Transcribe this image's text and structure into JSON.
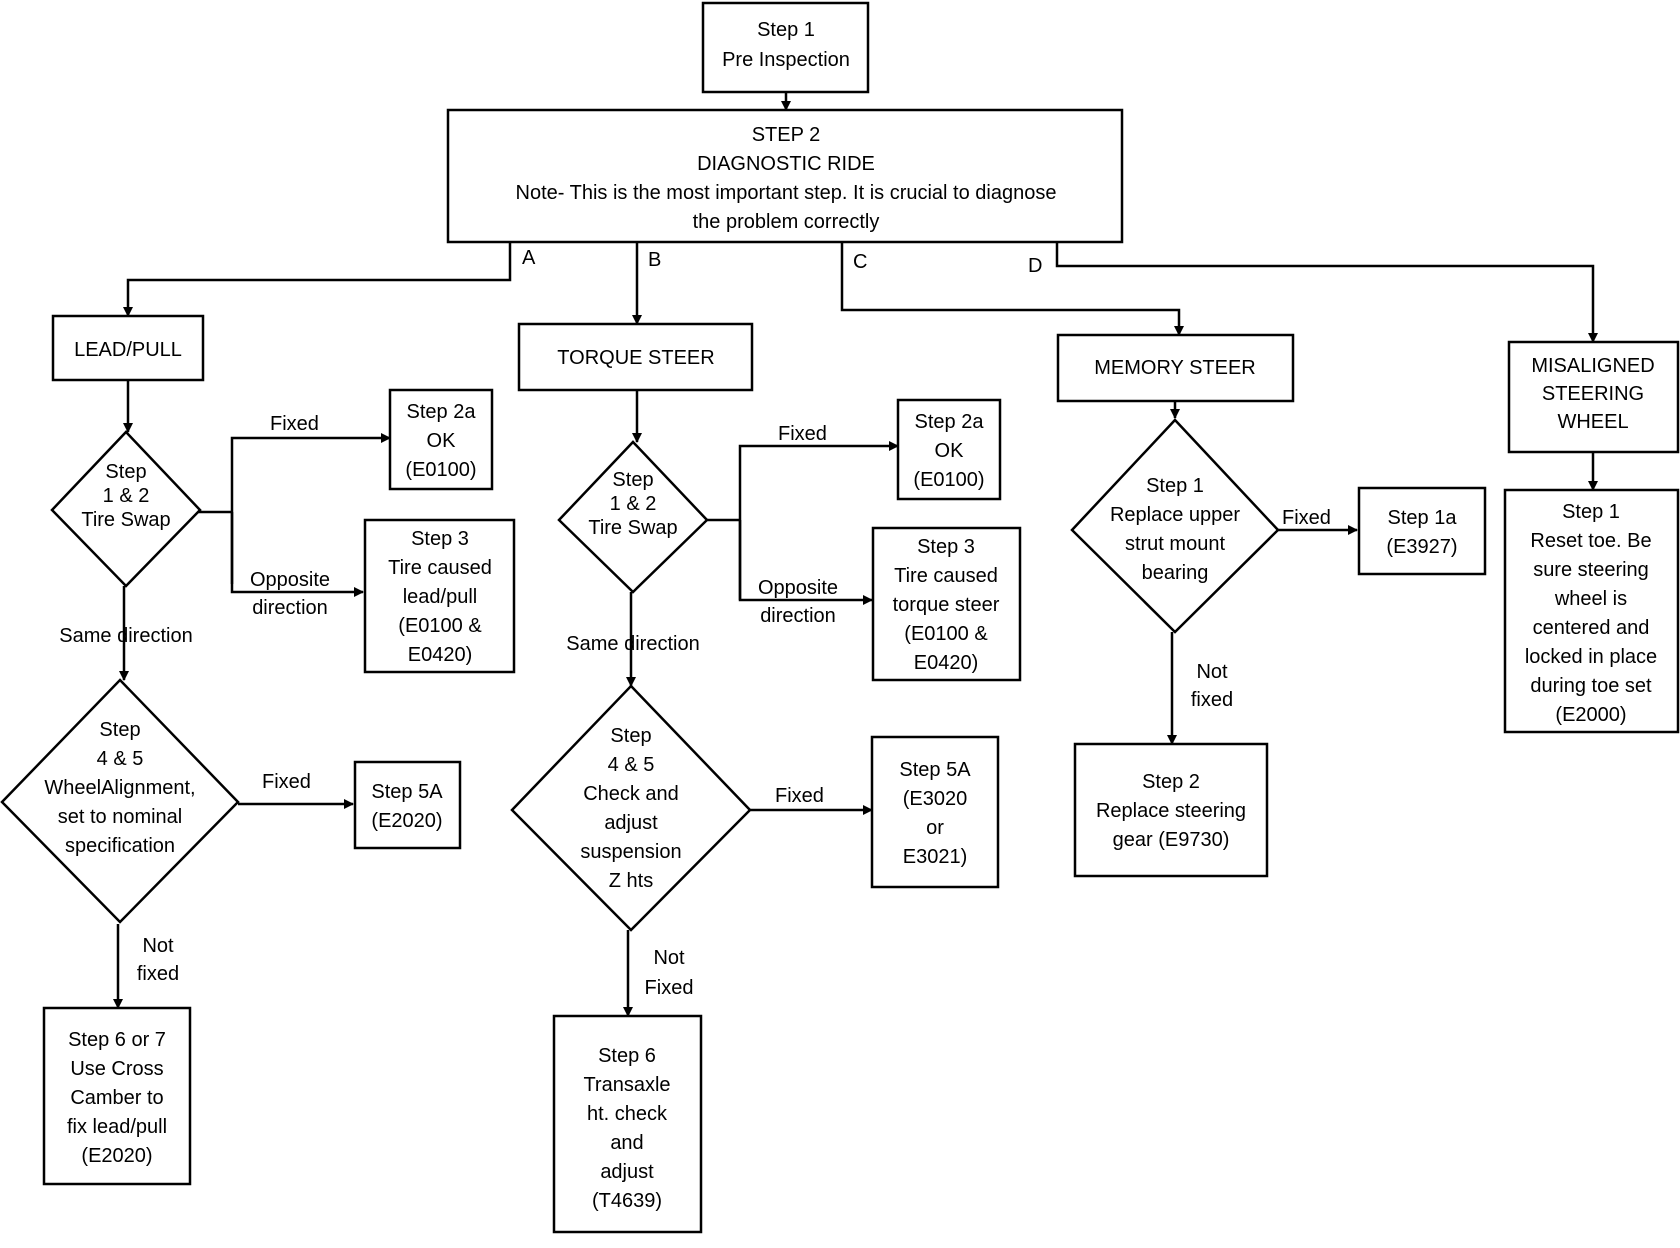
{
  "nodes": {
    "step1": [
      "Step 1",
      "Pre Inspection"
    ],
    "step2": [
      "STEP 2",
      "DIAGNOSTIC RIDE",
      "Note- This is the most important step. It is crucial to diagnose",
      "the problem correctly"
    ],
    "lead_pull": [
      "LEAD/PULL"
    ],
    "torque_steer": [
      "TORQUE STEER"
    ],
    "memory_steer": [
      "MEMORY STEER"
    ],
    "misaligned": [
      "MISALIGNED",
      "STEERING",
      "WHEEL"
    ],
    "a_tire_swap": [
      "Step",
      "1 & 2",
      "Tire Swap"
    ],
    "a_step2a": [
      "Step 2a",
      "OK",
      "(E0100)"
    ],
    "a_step3": [
      "Step 3",
      "Tire caused",
      "lead/pull",
      "(E0100 &",
      "E0420)"
    ],
    "a_alignment": [
      "Step",
      "4 & 5",
      "WheelAlignment,",
      "set to nominal",
      "specification"
    ],
    "a_step5a": [
      "Step 5A",
      "(E2020)"
    ],
    "a_step67": [
      "Step 6 or 7",
      "Use Cross",
      "Camber to",
      "fix lead/pull",
      "(E2020)"
    ],
    "b_tire_swap": [
      "Step",
      "1 & 2",
      "Tire Swap"
    ],
    "b_step2a": [
      "Step 2a",
      "OK",
      "(E0100)"
    ],
    "b_step3": [
      "Step 3",
      "Tire caused",
      "torque steer",
      "(E0100 &",
      "E0420)"
    ],
    "b_suspension": [
      "Step",
      "4 & 5",
      "Check and",
      "adjust",
      "suspension",
      "Z hts"
    ],
    "b_step5a": [
      "Step 5A",
      "(E3020",
      "or",
      "E3021)"
    ],
    "b_step6": [
      "Step 6",
      "Transaxle",
      "ht. check",
      "and",
      "adjust",
      "(T4639)"
    ],
    "c_step1": [
      "Step 1",
      "Replace upper",
      "strut mount",
      "bearing"
    ],
    "c_step1a": [
      "Step 1a",
      "(E3927)"
    ],
    "c_step2": [
      "Step 2",
      "Replace steering",
      "gear (E9730)"
    ],
    "d_step1": [
      "Step 1",
      "Reset toe. Be",
      "sure steering",
      "wheel is",
      "centered and",
      "locked in place",
      "during toe set",
      "(E2000)"
    ]
  },
  "edge_labels": {
    "a": "A",
    "b": "B",
    "c": "C",
    "d": "D",
    "a_fixed1": "Fixed",
    "a_opposite": [
      "Opposite",
      "direction"
    ],
    "a_same": "Same direction",
    "a_fixed2": "Fixed",
    "a_notfixed": [
      "Not",
      "fixed"
    ],
    "b_fixed1": "Fixed",
    "b_opposite": [
      "Opposite",
      "direction"
    ],
    "b_same": "Same direction",
    "b_fixed2": "Fixed",
    "b_notfixed": [
      "Not",
      "Fixed"
    ],
    "c_fixed": "Fixed",
    "c_notfixed": [
      "Not",
      "fixed"
    ]
  },
  "colors": {
    "stroke": "#000000",
    "fill": "#ffffff"
  }
}
